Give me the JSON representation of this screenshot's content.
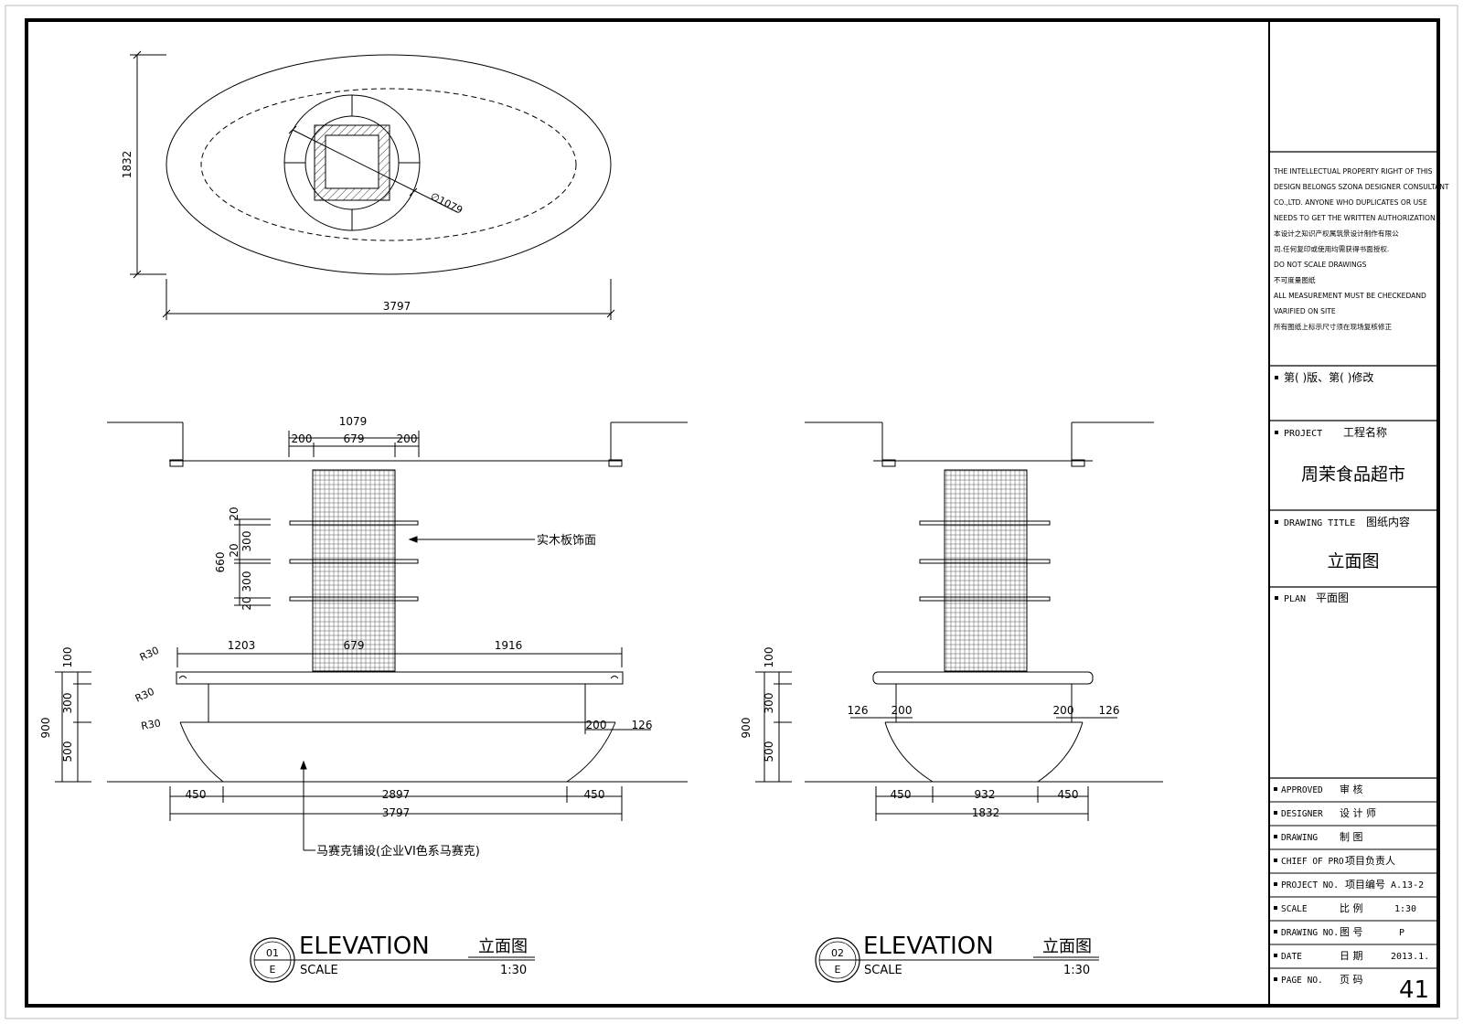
{
  "title_block": {
    "disclaimer": [
      "THE INTELLECTUAL PROPERTY RIGHT OF THIS",
      "DESIGN BELONGS SZONA DESIGNER CONSULTANT",
      "CO.,LTD. ANYONE WHO DUPLICATES OR USE",
      "NEEDS TO GET THE WRITTEN AUTHORIZATION",
      "本设计之知识产权属筑景设计制作有限公",
      "司.任何复印或使用均需获得书面授权.",
      "DO NOT SCALE DRAWINGS",
      "不可度量图纸",
      "ALL MEASUREMENT MUST BE CHECKEDAND",
      "VARIFIED ON SITE",
      "所有图纸上标示尺寸须在现场复核修正"
    ],
    "revision": "第(      )版、第(      )修改",
    "project_label": "PROJECT",
    "project_label_cn": "工程名称",
    "project_name": "周茉食品超市",
    "drawing_title_label": "DRAWING TITLE",
    "drawing_title_label_cn": "图纸内容",
    "drawing_title": "立面图",
    "plan_label": "PLAN",
    "plan_label_cn": "平面图",
    "rows": [
      {
        "en": "APPROVED",
        "cn": "审  核",
        "value": ""
      },
      {
        "en": "DESIGNER",
        "cn": "设 计 师",
        "value": ""
      },
      {
        "en": "DRAWING",
        "cn": "制    图",
        "value": ""
      },
      {
        "en": "CHIEF OF PRO",
        "cn": "项目负责人",
        "value": ""
      },
      {
        "en": "PROJECT NO.",
        "cn": "项目编号",
        "value": "A.13-2"
      },
      {
        "en": "SCALE",
        "cn": "比    例",
        "value": "1:30"
      },
      {
        "en": "DRAWING NO.",
        "cn": "图    号",
        "value": "P"
      },
      {
        "en": "DATE",
        "cn": "日    期",
        "value": "2013.1."
      }
    ],
    "page_label": "PAGE NO.",
    "page_label_cn": "页    码",
    "page_no": "41"
  },
  "plan_view": {
    "dim_height": "1832",
    "dim_width": "3797",
    "dim_diameter": "∅1079"
  },
  "elevation_1": {
    "dims_top": {
      "total": "1079",
      "left": "200",
      "mid": "679",
      "right": "200"
    },
    "dims_shelf": {
      "total": "660",
      "a": "20",
      "b": "300",
      "c": "20",
      "d": "300",
      "e": "20"
    },
    "note_wood": "实木板饰面",
    "dims_counter": {
      "left": "1203",
      "mid": "679",
      "right": "1916"
    },
    "radii": [
      "R30",
      "R30",
      "R30"
    ],
    "dims_height": {
      "total": "900",
      "top": "100",
      "mid": "300",
      "bottom": "500"
    },
    "dims_side": {
      "a": "200",
      "b": "126"
    },
    "dims_bottom": {
      "left": "450",
      "mid": "2897",
      "right": "450",
      "total": "3797"
    },
    "note_mosaic": "马赛克铺设(企业VI色系马赛克)",
    "label": {
      "num": "01",
      "letter": "E",
      "title": "ELEVATION",
      "title_cn": "立面图",
      "scale_label": "SCALE",
      "scale": "1:30"
    }
  },
  "elevation_2": {
    "dims_height": {
      "total": "900",
      "top": "100",
      "mid": "300",
      "bottom": "500"
    },
    "dims_side_left": {
      "a": "126",
      "b": "200"
    },
    "dims_side_right": {
      "a": "200",
      "b": "126"
    },
    "dims_bottom": {
      "left": "450",
      "mid": "932",
      "right": "450",
      "total": "1832"
    },
    "label": {
      "num": "02",
      "letter": "E",
      "title": "ELEVATION",
      "title_cn": "立面图",
      "scale_label": "SCALE",
      "scale": "1:30"
    }
  }
}
